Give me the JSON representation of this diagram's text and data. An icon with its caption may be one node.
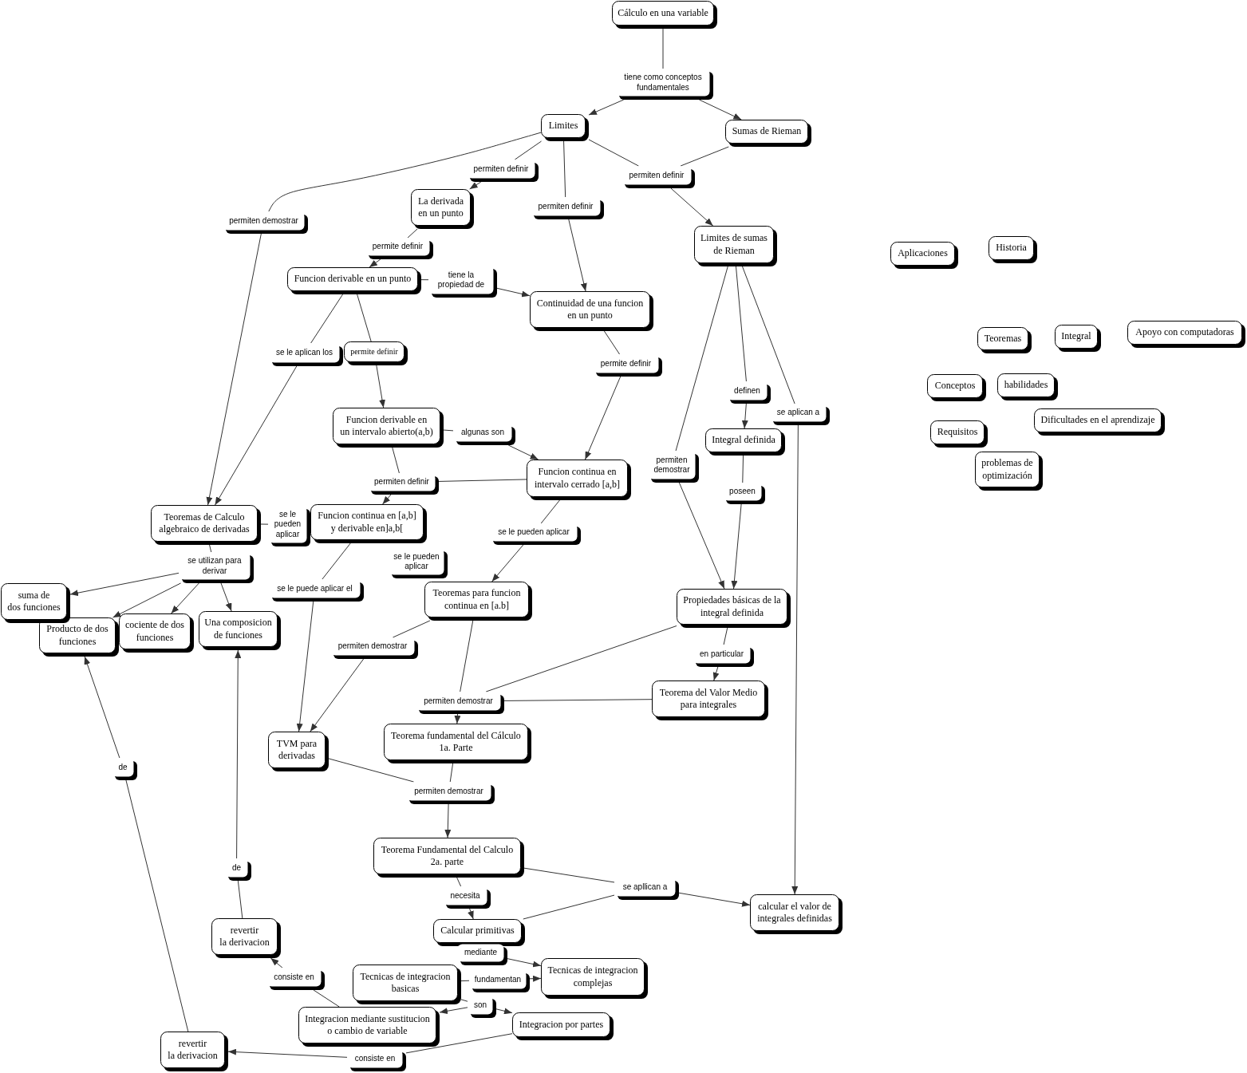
{
  "diagram": {
    "nodes": [
      {
        "text": [
          "Cálculo en una variable"
        ]
      },
      {
        "text": [
          "tiene como conceptos fundamentales"
        ]
      },
      {
        "text": [
          "Limites"
        ]
      },
      {
        "text": [
          "Sumas de Rieman"
        ]
      },
      {
        "text": [
          "permiten definir"
        ]
      },
      {
        "text": [
          "permiten definir"
        ]
      },
      {
        "text": [
          "permiten definir"
        ]
      },
      {
        "text": [
          "permiten demostrar"
        ]
      },
      {
        "text": [
          "La derivada en un punto"
        ]
      },
      {
        "text": [
          "permite definir"
        ]
      },
      {
        "text": [
          "Funcion derivable en un punto"
        ]
      },
      {
        "text": [
          "tiene la propiedad de"
        ]
      },
      {
        "text": [
          "Limites de sumas de Rieman"
        ]
      },
      {
        "text": [
          "Continuidad de una funcion en un punto"
        ]
      },
      {
        "text": [
          "se le aplican los"
        ]
      },
      {
        "text": [
          "permite definir"
        ]
      },
      {
        "text": [
          "permite definir"
        ]
      },
      {
        "text": [
          "definen"
        ]
      },
      {
        "text": [
          "se aplican a"
        ]
      },
      {
        "text": [
          "Funcion derivable en un intervalo abierto(a,b)"
        ]
      },
      {
        "text": [
          "algunas son"
        ]
      },
      {
        "text": [
          "Integral definida"
        ]
      },
      {
        "text": [
          "permiten demostrar"
        ]
      },
      {
        "text": [
          "Funcion continua en intervalo cerrado [a,b]"
        ]
      },
      {
        "text": [
          "permiten definir"
        ]
      },
      {
        "text": [
          "poseen"
        ]
      },
      {
        "text": [
          "Teoremas de Calculo algebraico de derivadas"
        ]
      },
      {
        "text": [
          "se le pueden aplicar"
        ]
      },
      {
        "text": [
          "Funcion continua en [a,b] y derivable en]a,b["
        ]
      },
      {
        "text": [
          "se le pueden aplicar"
        ]
      },
      {
        "text": [
          "se le pueden aplicar"
        ]
      },
      {
        "text": [
          "se utilizan para derivar"
        ]
      },
      {
        "text": [
          "se le puede aplicar el"
        ]
      },
      {
        "text": [
          "Teoremas para funcion continua en [a.b]"
        ]
      },
      {
        "text": [
          "Propiedades básicas de la integral definida"
        ]
      },
      {
        "text": [
          "suma de dos funciones"
        ]
      },
      {
        "text": [
          "Producto de dos funciones"
        ]
      },
      {
        "text": [
          "cociente de dos funciones"
        ]
      },
      {
        "text": [
          "Una composicion de funciones"
        ]
      },
      {
        "text": [
          "permiten demostrar"
        ]
      },
      {
        "text": [
          "en particular"
        ]
      },
      {
        "text": [
          "Teorema del Valor Medio para integrales"
        ]
      },
      {
        "text": [
          "permiten demostrar"
        ]
      },
      {
        "text": [
          "Teorema fundamental del Cálculo 1a. Parte"
        ]
      },
      {
        "text": [
          "TVM para derivadas"
        ]
      },
      {
        "text": [
          "de"
        ]
      },
      {
        "text": [
          "permiten demostrar"
        ]
      },
      {
        "text": [
          "Teorema Fundamental del Calculo 2a. parte"
        ]
      },
      {
        "text": [
          "de"
        ]
      },
      {
        "text": [
          "se apllican a"
        ]
      },
      {
        "text": [
          "necesita"
        ]
      },
      {
        "text": [
          "calcular el valor de integrales definidas"
        ]
      },
      {
        "text": [
          "revertir la derivacion"
        ]
      },
      {
        "text": [
          "Calcular primitivas"
        ]
      },
      {
        "text": [
          "mediante"
        ]
      },
      {
        "text": [
          "consiste en"
        ]
      },
      {
        "text": [
          "Tecnicas de integracion complejas"
        ]
      },
      {
        "text": [
          "Tecnicas de integracion basicas"
        ]
      },
      {
        "text": [
          "fundamentan"
        ]
      },
      {
        "text": [
          "son"
        ]
      },
      {
        "text": [
          "Integracion mediante sustitucion o cambio de variable"
        ]
      },
      {
        "text": [
          "Integracion por partes"
        ]
      },
      {
        "text": [
          "revertir la derivacion"
        ]
      },
      {
        "text": [
          "consiste en"
        ]
      },
      {
        "text": [
          "Aplicaciones"
        ]
      },
      {
        "text": [
          "Historia"
        ]
      },
      {
        "text": [
          "Teoremas"
        ]
      },
      {
        "text": [
          "Integral"
        ]
      },
      {
        "text": [
          "Apoyo con computadoras"
        ]
      },
      {
        "text": [
          "Conceptos"
        ]
      },
      {
        "text": [
          "habilidades"
        ]
      },
      {
        "text": [
          "Dificultades en el aprendizaje"
        ]
      },
      {
        "text": [
          "Requisitos"
        ]
      },
      {
        "text": [
          "problemas de optimización"
        ]
      }
    ],
    "edges": [
      {
        "from": 0,
        "to": 1,
        "arrow": "none"
      },
      {
        "from": 1,
        "to": 2,
        "arrow": "to"
      },
      {
        "from": 1,
        "to": 3,
        "arrow": "to"
      },
      {
        "from": 2,
        "to": 4,
        "arrow": "none"
      },
      {
        "from": 4,
        "to": 8,
        "arrow": "to"
      },
      {
        "from": 2,
        "to": 7,
        "arrow": "none"
      },
      {
        "from": 7,
        "to": 26,
        "arrow": "to"
      },
      {
        "from": 2,
        "to": 5,
        "arrow": "none"
      },
      {
        "from": 5,
        "to": 13,
        "arrow": "to"
      },
      {
        "from": 2,
        "to": 6,
        "arrow": "none"
      },
      {
        "from": 3,
        "to": 6,
        "arrow": "none"
      },
      {
        "from": 6,
        "to": 12,
        "arrow": "to"
      },
      {
        "from": 8,
        "to": 9,
        "arrow": "none"
      },
      {
        "from": 9,
        "to": 10,
        "arrow": "to"
      },
      {
        "from": 10,
        "to": 11,
        "arrow": "none"
      },
      {
        "from": 11,
        "to": 13,
        "arrow": "to"
      },
      {
        "from": 10,
        "to": 14,
        "arrow": "none"
      },
      {
        "from": 14,
        "to": 26,
        "arrow": "to"
      },
      {
        "from": 10,
        "to": 15,
        "arrow": "none"
      },
      {
        "from": 15,
        "to": 19,
        "arrow": "to"
      },
      {
        "from": 13,
        "to": 16,
        "arrow": "none"
      },
      {
        "from": 16,
        "to": 23,
        "arrow": "to"
      },
      {
        "from": 12,
        "to": 22,
        "arrow": "none"
      },
      {
        "from": 22,
        "to": 34,
        "arrow": "to"
      },
      {
        "from": 12,
        "to": 17,
        "arrow": "none"
      },
      {
        "from": 17,
        "to": 21,
        "arrow": "to"
      },
      {
        "from": 12,
        "to": 18,
        "arrow": "none"
      },
      {
        "from": 18,
        "to": 51,
        "arrow": "to"
      },
      {
        "from": 19,
        "to": 20,
        "arrow": "none"
      },
      {
        "from": 20,
        "to": 23,
        "arrow": "to"
      },
      {
        "from": 19,
        "to": 24,
        "arrow": "none"
      },
      {
        "from": 23,
        "to": 24,
        "arrow": "none"
      },
      {
        "from": 24,
        "to": 28,
        "arrow": "to"
      },
      {
        "from": 21,
        "to": 25,
        "arrow": "none"
      },
      {
        "from": 25,
        "to": 34,
        "arrow": "to"
      },
      {
        "from": 26,
        "to": 27,
        "arrow": "none"
      },
      {
        "from": 26,
        "to": 31,
        "arrow": "none"
      },
      {
        "from": 31,
        "to": 35,
        "arrow": "to"
      },
      {
        "from": 31,
        "to": 36,
        "arrow": "to"
      },
      {
        "from": 31,
        "to": 37,
        "arrow": "to"
      },
      {
        "from": 31,
        "to": 38,
        "arrow": "to"
      },
      {
        "from": 28,
        "to": 32,
        "arrow": "none"
      },
      {
        "from": 32,
        "to": 44,
        "arrow": "to"
      },
      {
        "from": 23,
        "to": 30,
        "arrow": "none"
      },
      {
        "from": 30,
        "to": 33,
        "arrow": "to"
      },
      {
        "from": 33,
        "to": 39,
        "arrow": "none"
      },
      {
        "from": 39,
        "to": 44,
        "arrow": "to"
      },
      {
        "from": 33,
        "to": 42,
        "arrow": "none"
      },
      {
        "from": 34,
        "to": 42,
        "arrow": "none"
      },
      {
        "from": 41,
        "to": 42,
        "arrow": "none"
      },
      {
        "from": 42,
        "to": 43,
        "arrow": "to"
      },
      {
        "from": 34,
        "to": 40,
        "arrow": "none"
      },
      {
        "from": 40,
        "to": 41,
        "arrow": "to"
      },
      {
        "from": 43,
        "to": 46,
        "arrow": "none"
      },
      {
        "from": 44,
        "to": 46,
        "arrow": "none"
      },
      {
        "from": 46,
        "to": 47,
        "arrow": "to"
      },
      {
        "from": 47,
        "to": 49,
        "arrow": "none"
      },
      {
        "from": 53,
        "to": 49,
        "arrow": "none"
      },
      {
        "from": 49,
        "to": 51,
        "arrow": "to"
      },
      {
        "from": 47,
        "to": 50,
        "arrow": "none"
      },
      {
        "from": 50,
        "to": 53,
        "arrow": "to"
      },
      {
        "from": 54,
        "to": 56,
        "arrow": "to"
      },
      {
        "from": 57,
        "to": 58,
        "arrow": "none"
      },
      {
        "from": 58,
        "to": 56,
        "arrow": "to"
      },
      {
        "from": 57,
        "to": 59,
        "arrow": "none"
      },
      {
        "from": 59,
        "to": 60,
        "arrow": "to"
      },
      {
        "from": 59,
        "to": 61,
        "arrow": "to"
      },
      {
        "from": 60,
        "to": 55,
        "arrow": "none"
      },
      {
        "from": 55,
        "to": 52,
        "arrow": "to"
      },
      {
        "from": 52,
        "to": 48,
        "arrow": "none"
      },
      {
        "from": 48,
        "to": 38,
        "arrow": "to"
      },
      {
        "from": 61,
        "to": 63,
        "arrow": "none"
      },
      {
        "from": 63,
        "to": 62,
        "arrow": "to"
      },
      {
        "from": 62,
        "to": 45,
        "arrow": "none"
      },
      {
        "from": 45,
        "to": 36,
        "arrow": "to"
      }
    ]
  }
}
